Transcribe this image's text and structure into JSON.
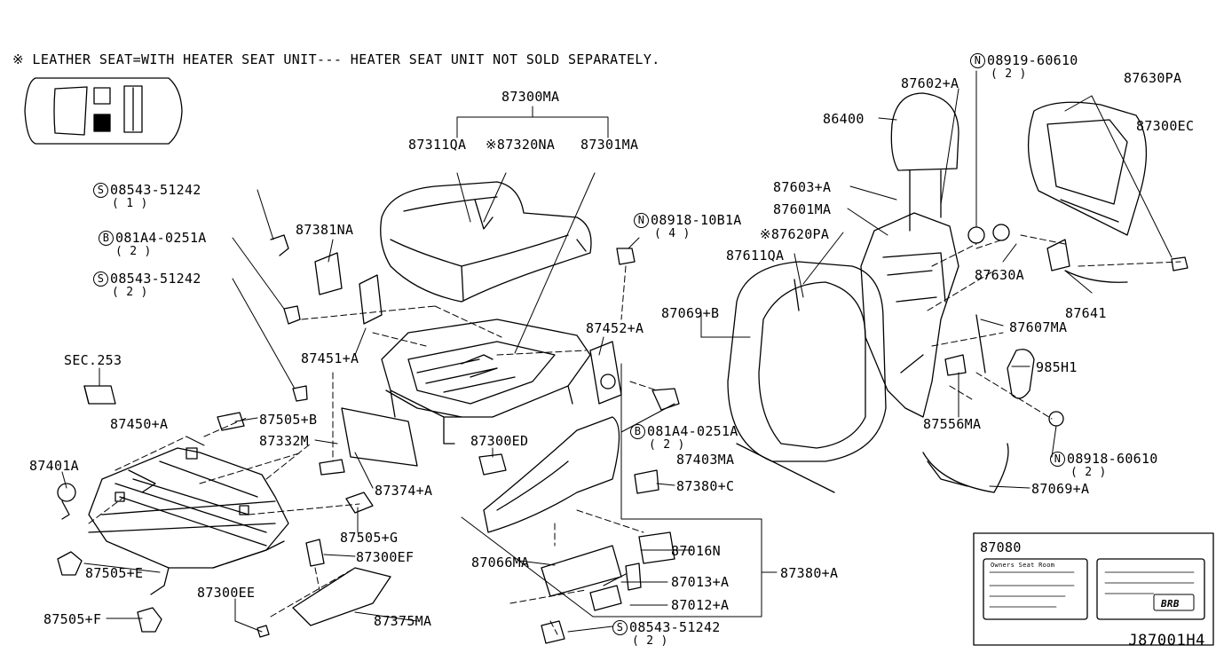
{
  "note": "※ LEATHER SEAT=WITH HEATER SEAT UNIT--- HEATER SEAT UNIT NOT SOLD SEPARATELY.",
  "diagram_code": "J87001H4",
  "labels": {
    "p87300MA": "87300MA",
    "p87311QA": "87311QA",
    "p87320NA": "※87320NA",
    "p87301MA": "87301MA",
    "s0854351242a": "08543-51242",
    "s0854351242a_qty": "( 1 )",
    "b081A40251Aa": "081A4-0251A",
    "b081A40251Aa_qty": "( 2 )",
    "s0854351242b": "08543-51242",
    "s0854351242b_qty": "( 2 )",
    "p87381NA": "87381NA",
    "n0891810B1A": "08918-10B1A",
    "n0891810B1A_qty": "( 4 )",
    "p87451A": "87451+A",
    "p87452A": "87452+A",
    "sec253": "SEC.253",
    "p87450A": "87450+A",
    "p87505B": "87505+B",
    "p87332M": "87332M",
    "p87300ED": "87300ED",
    "b081A40251Ab": "081A4-0251A",
    "b081A40251Ab_qty": "( 2 )",
    "p87401A": "87401A",
    "p87374A": "87374+A",
    "p87403MA": "87403MA",
    "p87380C": "87380+C",
    "p87505G": "87505+G",
    "p87300EF": "87300EF",
    "p87016N": "87016N",
    "p87066MA": "87066MA",
    "p87380A": "87380+A",
    "p87505E": "87505+E",
    "p87013A": "87013+A",
    "p87300EE": "87300EE",
    "p87012A": "87012+A",
    "p87505F": "87505+F",
    "p87375MA": "87375MA",
    "s0854351242c": "08543-51242",
    "s0854351242c_qty": "( 2 )",
    "n0891960610a": "08919-60610",
    "n0891960610a_qty": "( 2 )",
    "p87602A": "87602+A",
    "p87630PA": "87630PA",
    "p86400": "86400",
    "p87300EC": "87300EC",
    "p87603A": "87603+A",
    "p87601MA": "87601MA",
    "p87620PA": "※87620PA",
    "p87611QA": "87611QA",
    "p87630A": "87630A",
    "p87641": "87641",
    "p87069B": "87069+B",
    "p87607MA": "87607MA",
    "p985H1": "985H1",
    "p87556MA": "87556MA",
    "n0891860610": "08918-60610",
    "n0891860610_qty": "( 2 )",
    "p87069A": "87069+A",
    "p87080": "87080"
  },
  "tags": {
    "screw": "S",
    "bolt": "B",
    "nut": "N"
  },
  "inset_card": {
    "title": "Owners Seat Room",
    "logo": "BRB"
  }
}
